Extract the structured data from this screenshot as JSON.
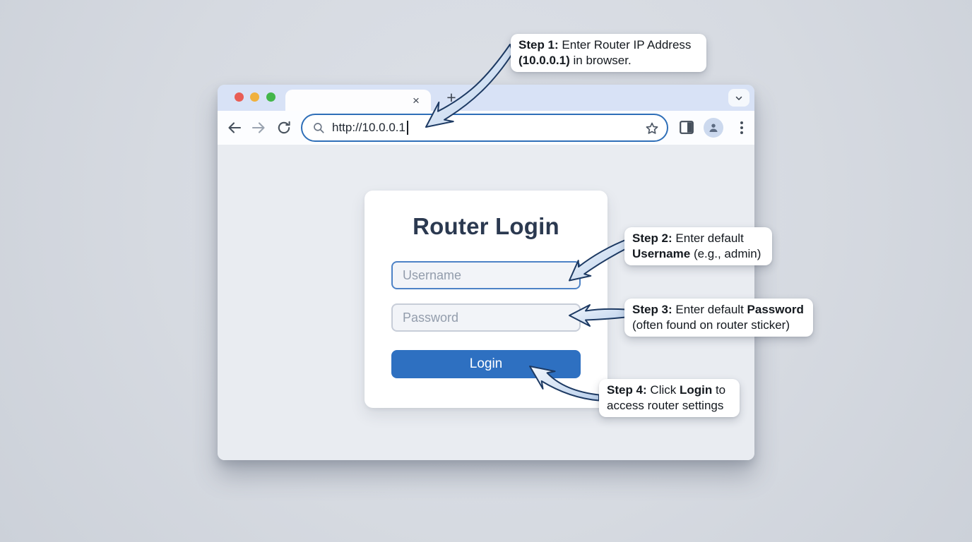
{
  "browser": {
    "url": "http://10.0.0.1",
    "tab_close": "×",
    "new_tab": "+",
    "traffic_lights": [
      "#e85d55",
      "#f0b13e",
      "#43b64a"
    ],
    "accent_blue": "#2f6fb8"
  },
  "login_card": {
    "title": "Router Login",
    "username_placeholder": "Username",
    "password_placeholder": "Password",
    "login_label": "Login",
    "button_color": "#2e70c1"
  },
  "callouts": [
    {
      "id": "step-1",
      "lines": [
        [
          {
            "t": "Step 1:",
            "b": true
          },
          {
            "t": " Enter Router IP Address",
            "b": false
          }
        ],
        [
          {
            "t": "(10.0.0.1)",
            "b": true
          },
          {
            "t": " in browser.",
            "b": false
          }
        ]
      ]
    },
    {
      "id": "step-2",
      "lines": [
        [
          {
            "t": "Step 2:",
            "b": true
          },
          {
            "t": " Enter default",
            "b": false
          }
        ],
        [
          {
            "t": "Username",
            "b": true
          },
          {
            "t": " (e.g., admin)",
            "b": false
          }
        ]
      ]
    },
    {
      "id": "step-3",
      "lines": [
        [
          {
            "t": "Step 3:",
            "b": true
          },
          {
            "t": " Enter default ",
            "b": false
          },
          {
            "t": "Password",
            "b": true
          }
        ],
        [
          {
            "t": "(often found on router sticker)",
            "b": false
          }
        ]
      ]
    },
    {
      "id": "step-4",
      "lines": [
        [
          {
            "t": "Step 4:",
            "b": true
          },
          {
            "t": " Click ",
            "b": false
          },
          {
            "t": "Login",
            "b": true
          },
          {
            "t": " to",
            "b": false
          }
        ],
        [
          {
            "t": "access router settings",
            "b": false
          }
        ]
      ]
    }
  ]
}
